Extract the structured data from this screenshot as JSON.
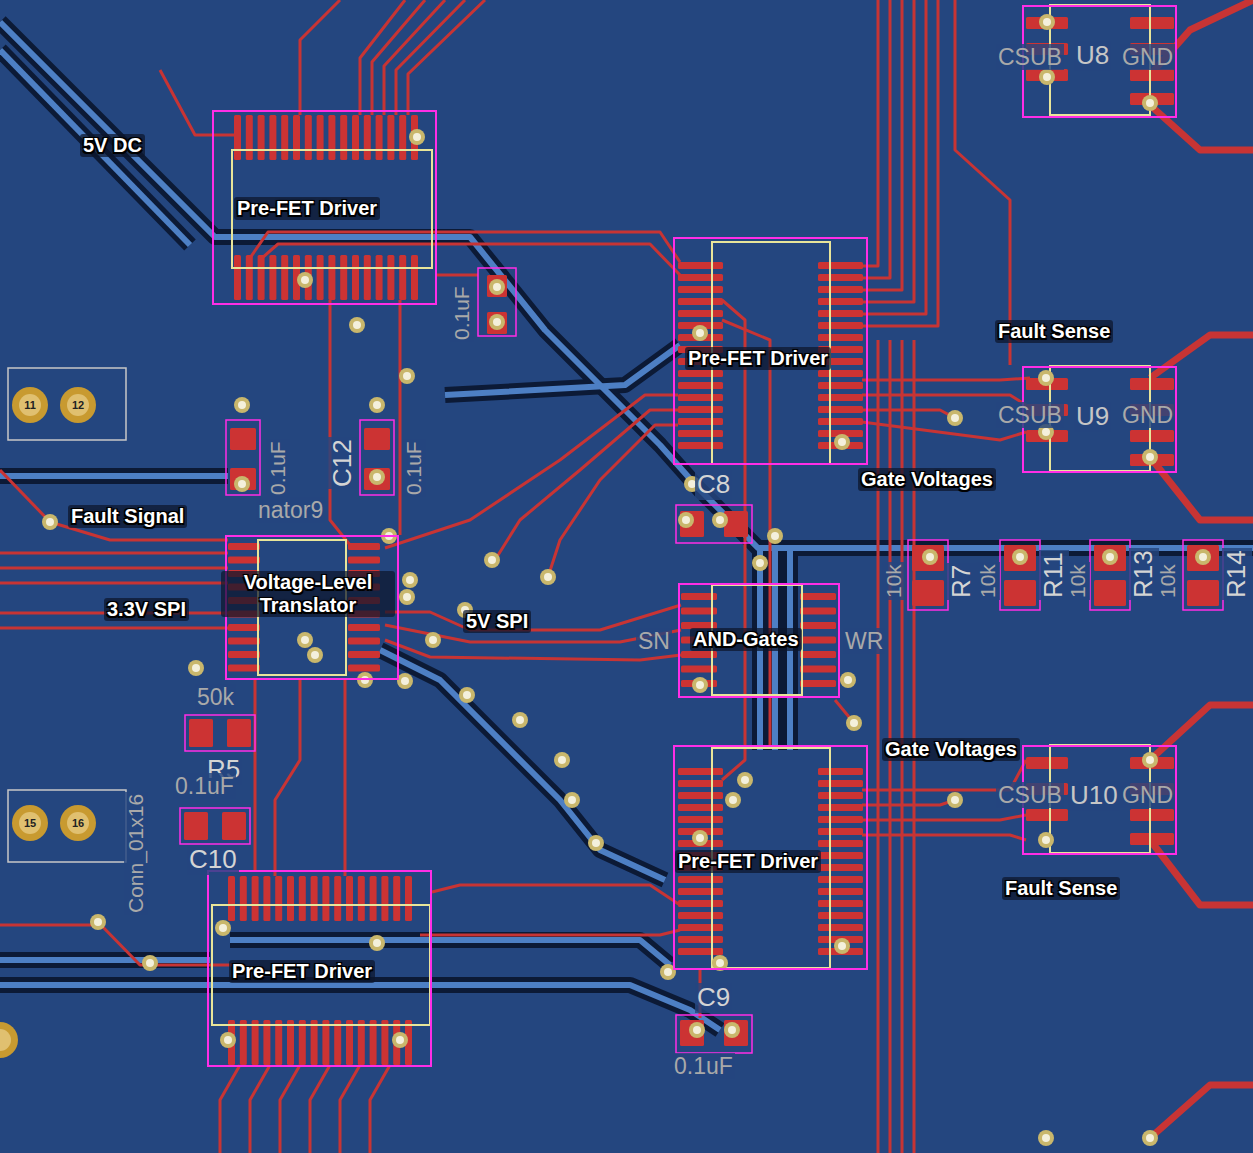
{
  "diagram": {
    "nodes": [
      {
        "text": [
          "U8"
        ]
      },
      {
        "text": [
          "Pre-FET Driver"
        ]
      },
      {
        "text": [
          "Pre-FET Driver"
        ]
      },
      {
        "text": [
          "Fault Sense",
          "U9"
        ]
      },
      {
        "text": [
          "Voltage-Level Translator"
        ]
      },
      {
        "text": [
          "AND-Gates"
        ]
      },
      {
        "text": [
          "U10",
          "Fault Sense"
        ]
      },
      {
        "text": [
          "Pre-FET Driver"
        ]
      },
      {
        "text": [
          "Pre-FET Driver"
        ]
      }
    ],
    "labels": [
      "5V DC",
      "Fault Signal",
      "3.3V SPI",
      "5V SPI",
      "Gate Voltages",
      "Gate Voltages",
      "C8",
      "C9",
      "C12",
      "C10",
      "R5",
      "50k",
      "0.1uF",
      "0.1uF",
      "0.1uF",
      "0.1uF",
      "0.1uF",
      "10k",
      "R7",
      "10k",
      "R11",
      "10k",
      "R13",
      "10k",
      "R14",
      "Conn_01x16",
      "11",
      "12",
      "15",
      "16",
      "SN",
      "WR",
      "nator9",
      "CSUB",
      "GND",
      "CSUB",
      "GND",
      "CSUB",
      "GND"
    ]
  }
}
